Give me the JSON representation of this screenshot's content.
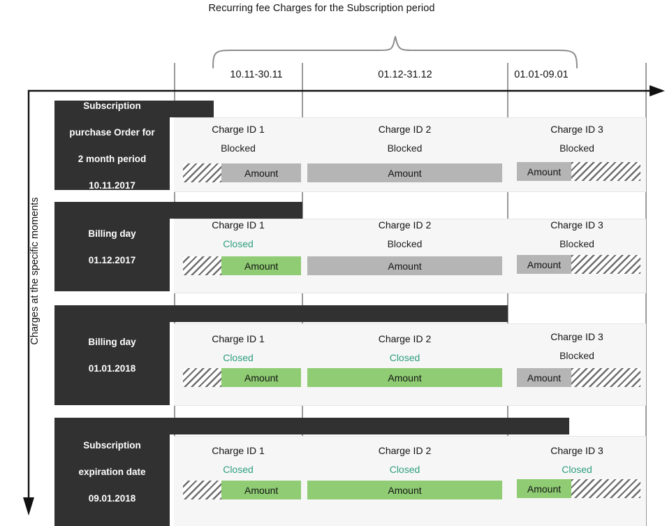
{
  "header": {
    "title": "Recurring fee Charges for the Subscription period"
  },
  "axes": {
    "vertical_label": "Charges at the specific moments",
    "horizontal_arrow": "time-axis-arrow",
    "vertical_arrow": "moments-axis-arrow"
  },
  "periods": [
    {
      "label": "10.11-30.11"
    },
    {
      "label": "01.12-31.12"
    },
    {
      "label": "01.01-09.01"
    }
  ],
  "legend_colors": {
    "event_block": "#313131",
    "blocked_amount": "#b5b5b5",
    "closed_amount": "#8fcc73",
    "closed_text": "#2e9e7e",
    "blocked_text": "#1c1c1c",
    "panel": "#f6f6f6",
    "gridline": "#9a9a9a"
  },
  "rows": [
    {
      "event": "Subscription\npurchase Order for\n2 month period\n10.11.2017",
      "event_lines": [
        "Subscription",
        "purchase Order for",
        "2 month period",
        "10.11.2017"
      ],
      "cells": [
        {
          "charge_id": "Charge ID 1",
          "status": "Blocked",
          "amount": "Amount"
        },
        {
          "charge_id": "Charge ID 2",
          "status": "Blocked",
          "amount": "Amount"
        },
        {
          "charge_id": "Charge ID 3",
          "status": "Blocked",
          "amount": "Amount"
        }
      ]
    },
    {
      "event": "Billing day\n01.12.2017",
      "event_lines": [
        "Billing day",
        "01.12.2017"
      ],
      "cells": [
        {
          "charge_id": "Charge ID 1",
          "status": "Closed",
          "amount": "Amount"
        },
        {
          "charge_id": "Charge ID 2",
          "status": "Blocked",
          "amount": "Amount"
        },
        {
          "charge_id": "Charge ID 3",
          "status": "Blocked",
          "amount": "Amount"
        }
      ]
    },
    {
      "event": "Billing day\n01.01.2018",
      "event_lines": [
        "Billing day",
        "01.01.2018"
      ],
      "cells": [
        {
          "charge_id": "Charge ID 1",
          "status": "Closed",
          "amount": "Amount"
        },
        {
          "charge_id": "Charge ID 2",
          "status": "Closed",
          "amount": "Amount"
        },
        {
          "charge_id": "Charge ID 3",
          "status": "Blocked",
          "amount": "Amount"
        }
      ]
    },
    {
      "event": "Subscription\nexpiration date\n09.01.2018",
      "event_lines": [
        "Subscription",
        "expiration date",
        "09.01.2018"
      ],
      "cells": [
        {
          "charge_id": "Charge ID 1",
          "status": "Closed",
          "amount": "Amount"
        },
        {
          "charge_id": "Charge ID 2",
          "status": "Closed",
          "amount": "Amount"
        },
        {
          "charge_id": "Charge ID 3",
          "status": "Closed",
          "amount": "Amount"
        }
      ]
    }
  ]
}
